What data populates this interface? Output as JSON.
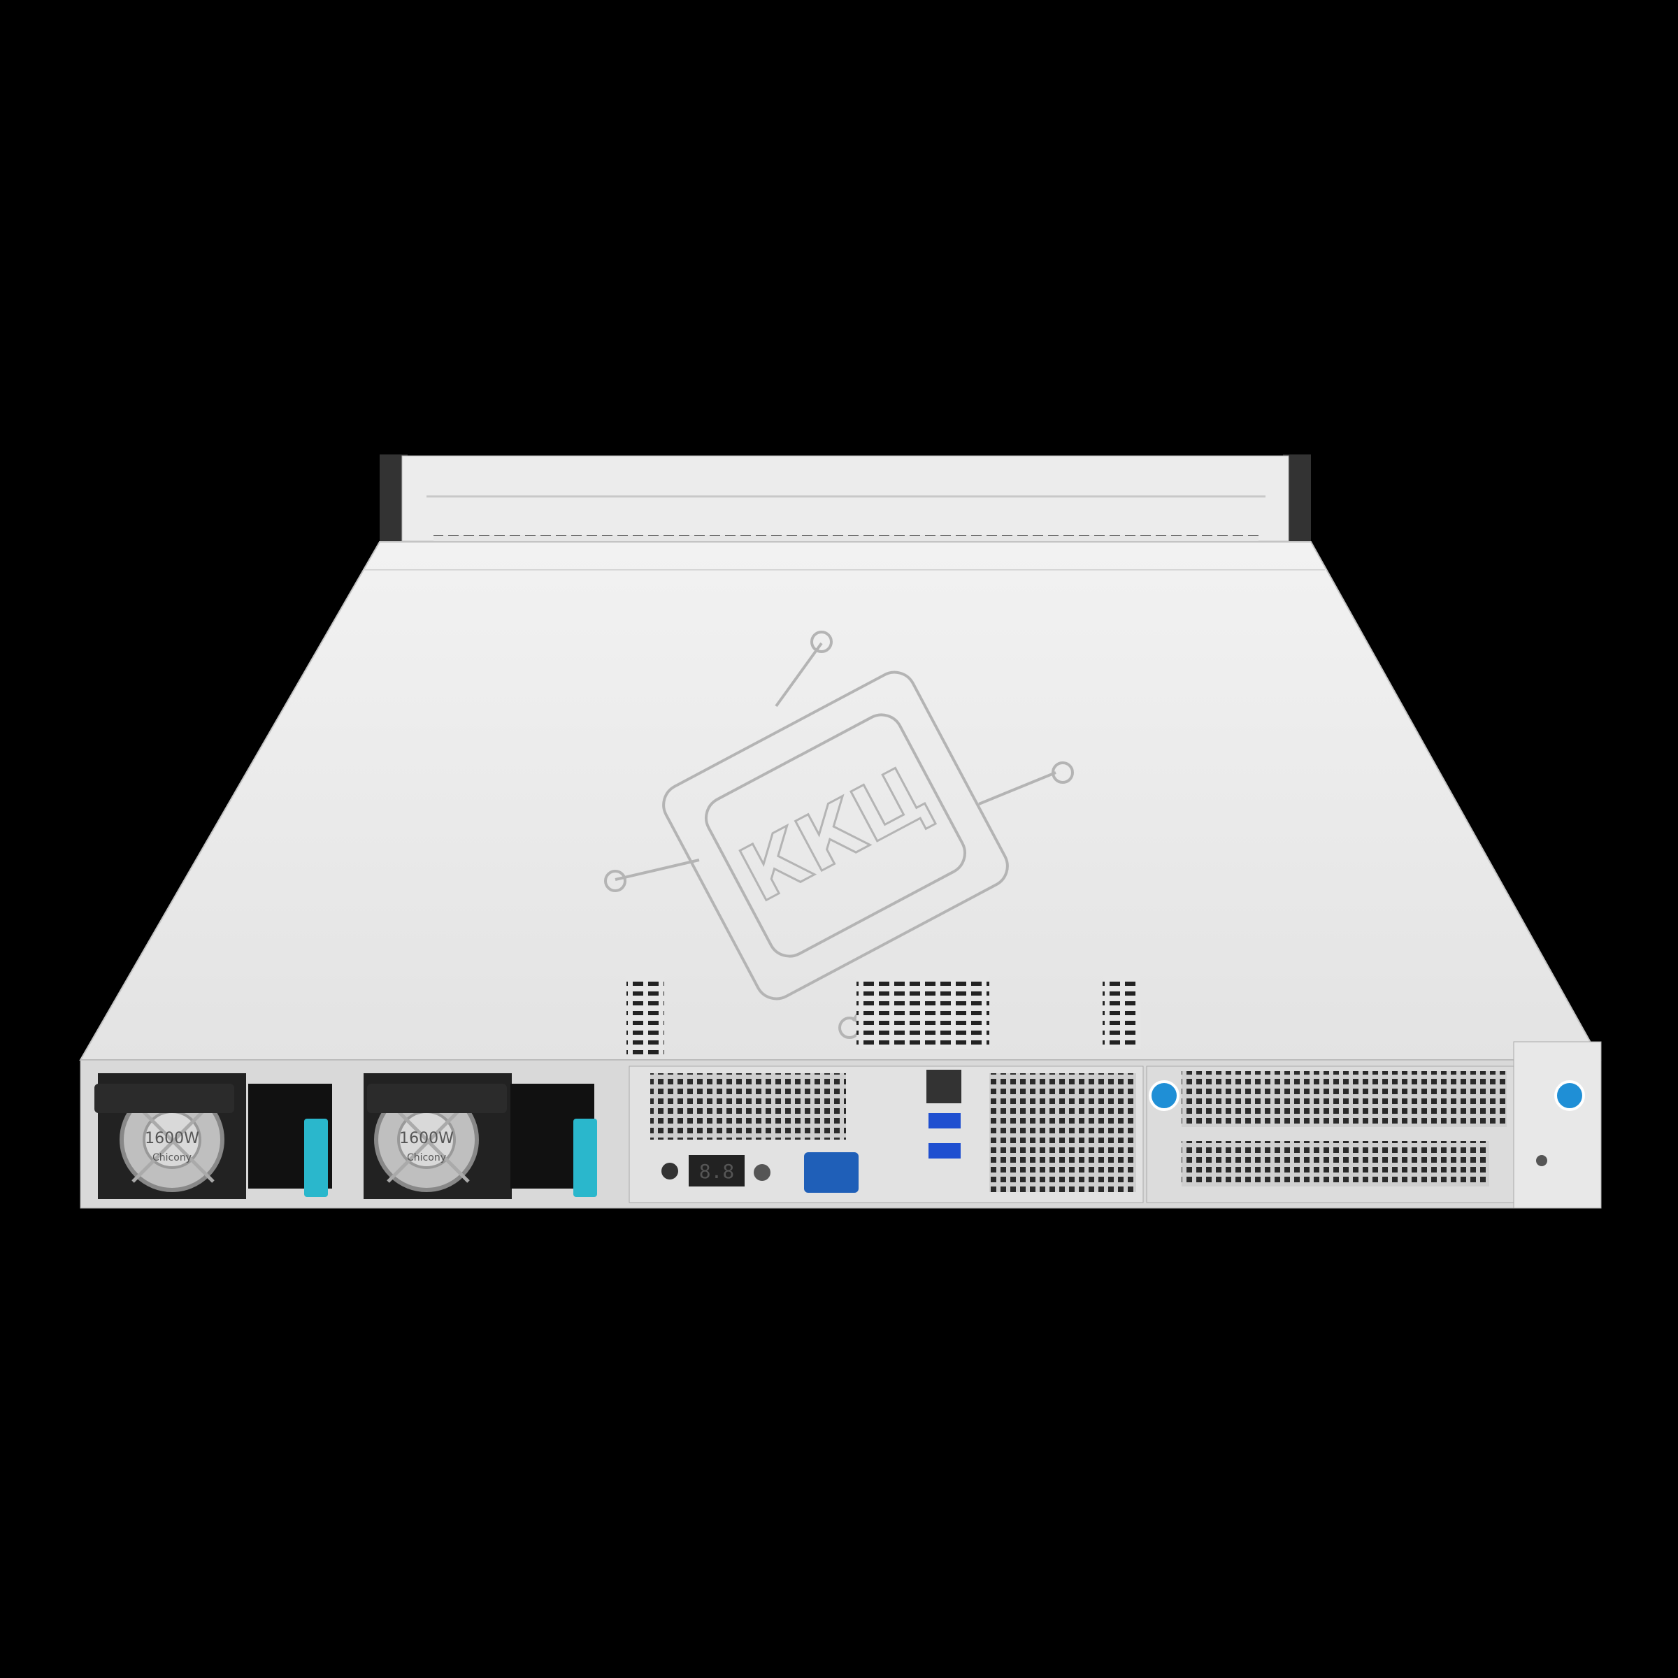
{
  "product": {
    "watermark_text": "ККЦ",
    "psus": [
      {
        "wattage_label": "1600W",
        "brand_label": "Chicony"
      },
      {
        "wattage_label": "1600W",
        "brand_label": "Chicony"
      }
    ],
    "post_code_display": "8.8",
    "colors": {
      "background": "#000000",
      "chassis": "#e9e9e9",
      "latch": "#2ab7cc",
      "thumbscrew": "#1f8fd6",
      "vga": "#1f5fb8"
    }
  }
}
